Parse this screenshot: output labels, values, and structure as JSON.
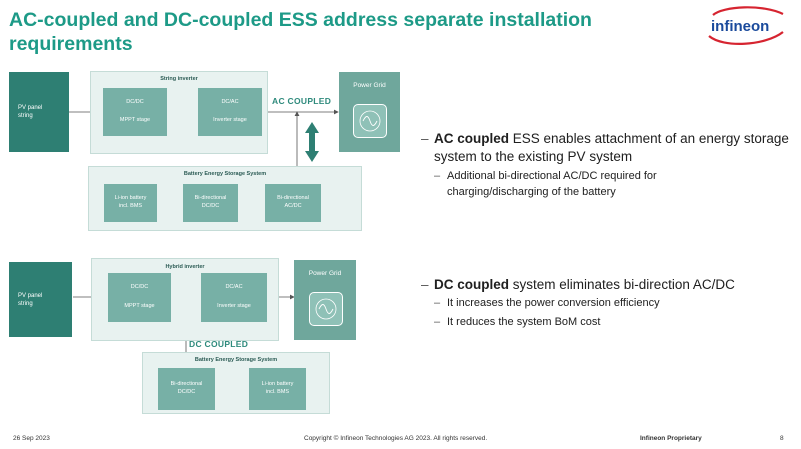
{
  "title": "AC-coupled and DC-coupled ESS address separate installation requirements",
  "logo_text": "infineon",
  "colors": {
    "title": "#1d9a87",
    "dark_box": "#2e7f73",
    "light_box": "#e8f2f0",
    "mid_box": "#77b0a6",
    "grid_box": "#6fa79c",
    "logo_blue": "#1a4a9c",
    "logo_red": "#d62430",
    "arrow": "#2e7f73"
  },
  "ac": {
    "pv": [
      "PV panel",
      "string"
    ],
    "inverter_title": "String inverter",
    "dcdc": [
      "DC/DC",
      "MPPT stage"
    ],
    "dcac": [
      "DC/AC",
      "Inverter stage"
    ],
    "coupled_label": "AC COUPLED",
    "grid": "Power Grid",
    "bess_title": "Battery Energy Storage System",
    "battery": [
      "Li-ion battery",
      "incl. BMS"
    ],
    "bidcdc": [
      "Bi-directional",
      "DC/DC"
    ],
    "bidac": [
      "Bi-directional",
      "AC/DC"
    ]
  },
  "dc": {
    "pv": [
      "PV panel",
      "string"
    ],
    "inverter_title": "Hybrid inverter",
    "dcdc": [
      "DC/DC",
      "MPPT stage"
    ],
    "dcac": [
      "DC/AC",
      "Inverter stage"
    ],
    "coupled_label": "DC COUPLED",
    "grid": "Power Grid",
    "bess_title": "Battery Energy Storage System",
    "bidcdc": [
      "Bi-directional",
      "DC/DC"
    ],
    "battery": [
      "Li-ion battery",
      "incl. BMS"
    ]
  },
  "bullets_ac": {
    "main_bold": "AC coupled",
    "main_rest": " ESS enables attachment of an energy storage system to the existing PV system",
    "sub": [
      "Additional bi-directional AC/DC required for charging/discharging of the battery"
    ]
  },
  "bullets_dc": {
    "main_bold": "DC coupled",
    "main_rest": " system eliminates bi-direction AC/DC",
    "sub": [
      "It increases the power conversion efficiency",
      "It reduces the system BoM cost"
    ]
  },
  "dash": "–",
  "footer": {
    "date": "26 Sep 2023",
    "copyright": "Copyright © Infineon Technologies AG 2023. All rights reserved.",
    "label": "Infineon Proprietary",
    "page": "8"
  }
}
